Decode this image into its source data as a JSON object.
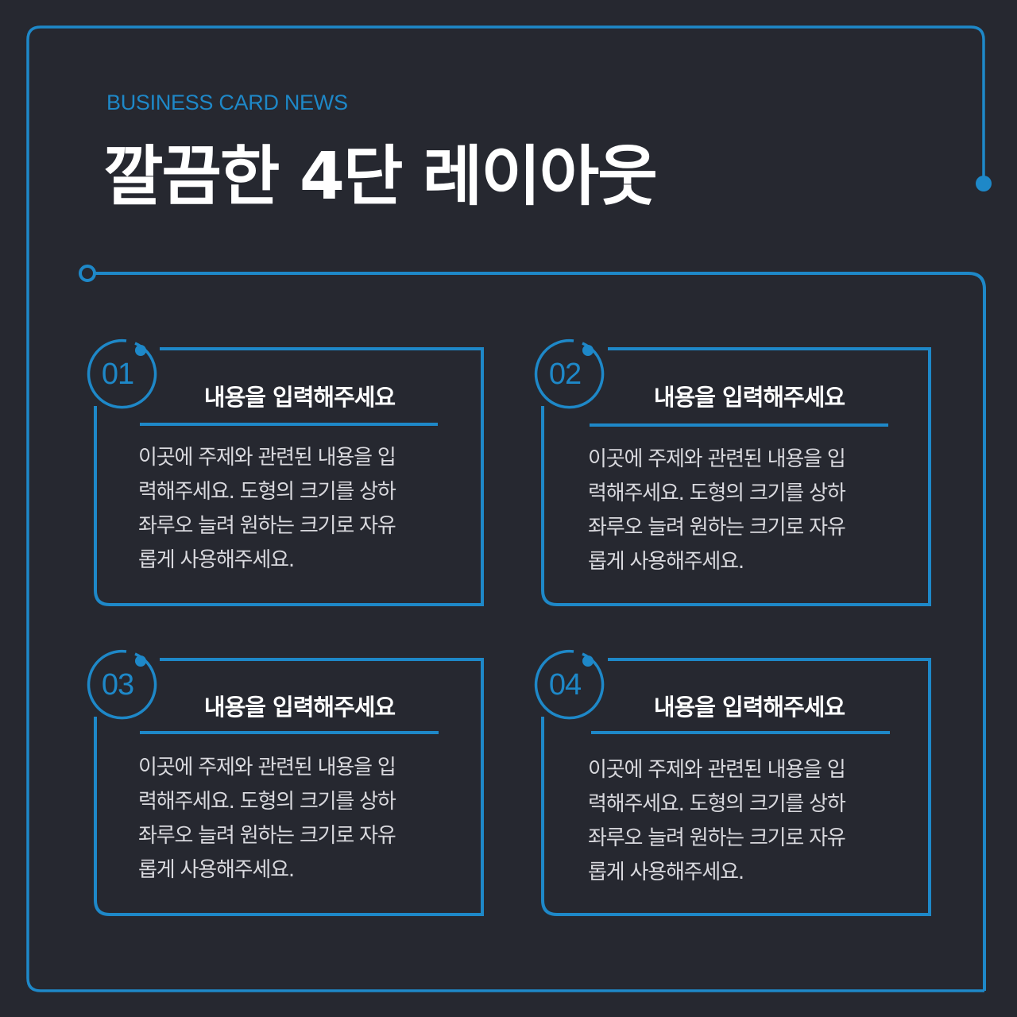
{
  "theme": {
    "background": "#262830",
    "accent": "#1e88c8",
    "title_color": "#ffffff",
    "body_color": "#d9d9de"
  },
  "header": {
    "eyebrow": "BUSINESS CARD NEWS",
    "title": "깔끔한 4단 레이아웃"
  },
  "cards": [
    {
      "number": "01",
      "title": "내용을 입력해주세요",
      "body": "이곳에 주제와 관련된 내용을 입\n력해주세요. 도형의 크기를 상하\n좌루오 늘려 원하는 크기로 자유\n롭게 사용해주세요."
    },
    {
      "number": "02",
      "title": "내용을 입력해주세요",
      "body": "이곳에 주제와 관련된 내용을 입\n력해주세요. 도형의 크기를 상하\n좌루오 늘려 원하는 크기로 자유\n롭게 사용해주세요."
    },
    {
      "number": "03",
      "title": "내용을 입력해주세요",
      "body": "이곳에 주제와 관련된 내용을 입\n력해주세요. 도형의 크기를 상하\n좌루오 늘려 원하는 크기로 자유\n롭게 사용해주세요."
    },
    {
      "number": "04",
      "title": "내용을 입력해주세요",
      "body": "이곳에 주제와 관련된 내용을 입\n력해주세요. 도형의 크기를 상하\n좌루오 늘려 원하는 크기로 자유\n롭게 사용해주세요."
    }
  ]
}
